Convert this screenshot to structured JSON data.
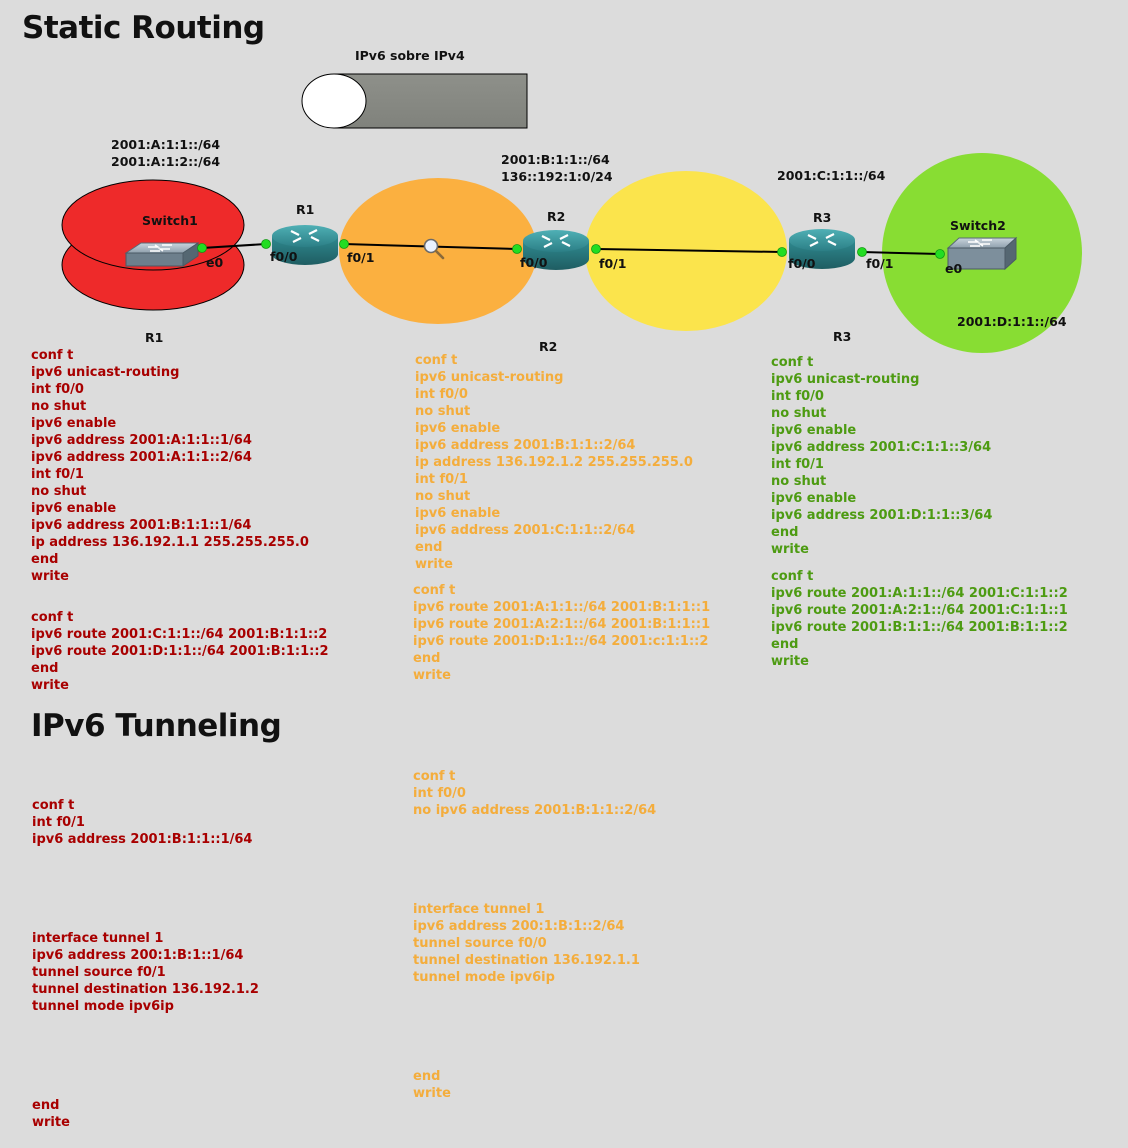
{
  "titles": {
    "static_routing": "Static Routing",
    "ipv6_tunneling": "IPv6 Tunneling"
  },
  "tunnel": {
    "label": "IPv6 sobre IPv4"
  },
  "colors": {
    "background": "#dcdcdc",
    "r1_zone": "#ee2a2a",
    "r2_zone": "#fbb040",
    "r2r3_zone": "#fbe44c",
    "r3_zone": "#88dd33",
    "r1_text": "#a80000",
    "r2_text": "#f4ad3c",
    "r3_text": "#4d9b12",
    "link_dot": "#22dd22",
    "router": "#2f8a90"
  },
  "networks": {
    "net_a": [
      "2001:A:1:1::/64",
      "2001:A:1:2::/64"
    ],
    "net_b": [
      "2001:B:1:1::/64",
      "136::192:1:0/24"
    ],
    "net_c": "2001:C:1:1::/64",
    "net_d": "2001:D:1:1::/64"
  },
  "devices": {
    "switch1": {
      "name": "Switch1",
      "port": "e0",
      "icon": "switch-icon"
    },
    "r1": {
      "name": "R1",
      "ports": [
        "f0/0",
        "f0/1"
      ],
      "icon": "router-icon"
    },
    "r2": {
      "name": "R2",
      "ports": [
        "f0/0",
        "f0/1"
      ],
      "icon": "router-icon"
    },
    "r3": {
      "name": "R3",
      "ports": [
        "f0/0",
        "f0/1"
      ],
      "icon": "router-icon"
    },
    "switch2": {
      "name": "Switch2",
      "port": "e0",
      "icon": "switch-icon"
    },
    "capture": {
      "icon": "magnifier-icon"
    }
  },
  "configs": {
    "r1": {
      "label": "R1",
      "block1": [
        "conf t",
        "ipv6 unicast-routing",
        "int f0/0",
        "no shut",
        "ipv6 enable",
        "ipv6 address 2001:A:1:1::1/64",
        "ipv6 address 2001:A:1:1::2/64",
        "int f0/1",
        "no shut",
        "ipv6 enable",
        "ipv6 address 2001:B:1:1::1/64",
        "ip address 136.192.1.1 255.255.255.0",
        "end",
        "write"
      ],
      "block2": [
        "conf t",
        "ipv6 route 2001:C:1:1::/64 2001:B:1:1::2",
        "ipv6 route 2001:D:1:1::/64 2001:B:1:1::2",
        "end",
        "write"
      ]
    },
    "r2": {
      "label": "R2",
      "block1": [
        "conf t",
        "ipv6 unicast-routing",
        "int f0/0",
        "no shut",
        "ipv6 enable",
        "ipv6 address 2001:B:1:1::2/64",
        "ip address 136.192.1.2 255.255.255.0",
        "int f0/1",
        "no shut",
        "ipv6 enable",
        "ipv6 address 2001:C:1:1::2/64",
        "end",
        "write"
      ],
      "block2": [
        "conf t",
        "ipv6 route 2001:A:1:1::/64 2001:B:1:1::1",
        "ipv6 route 2001:A:2:1::/64 2001:B:1:1::1",
        "ipv6 route 2001:D:1:1::/64 2001:c:1:1::2",
        "end",
        "write"
      ]
    },
    "r3": {
      "label": "R3",
      "block1": [
        "conf t",
        "ipv6 unicast-routing",
        "int f0/0",
        "no shut",
        "ipv6 enable",
        "ipv6 address 2001:C:1:1::3/64",
        "int f0/1",
        "no shut",
        "ipv6 enable",
        "ipv6 address 2001:D:1:1::3/64",
        "end",
        "write"
      ],
      "block2": [
        "conf t",
        "ipv6 route 2001:A:1:1::/64 2001:C:1:1::2",
        "ipv6 route 2001:A:2:1::/64 2001:C:1:1::1",
        "ipv6 route 2001:B:1:1::/64 2001:B:1:1::2",
        "end",
        "write"
      ]
    }
  },
  "tunnel_configs": {
    "r1": {
      "part1": [
        "conf t",
        "int f0/1",
        "ipv6 address 2001:B:1:1::1/64"
      ],
      "part2": [
        "interface tunnel 1",
        "ipv6 address 200:1:B:1::1/64",
        "tunnel source f0/1",
        "tunnel destination 136.192.1.2",
        "tunnel mode ipv6ip"
      ],
      "part3": [
        "end",
        "write"
      ]
    },
    "r2": {
      "part1": [
        "conf t",
        "int f0/0",
        "no ipv6 address 2001:B:1:1::2/64"
      ],
      "part2": [
        "interface tunnel 1",
        "ipv6 address 200:1:B:1::2/64",
        "tunnel source f0/0",
        "tunnel destination 136.192.1.1",
        "tunnel mode ipv6ip"
      ],
      "part3": [
        "end",
        "write"
      ]
    }
  }
}
